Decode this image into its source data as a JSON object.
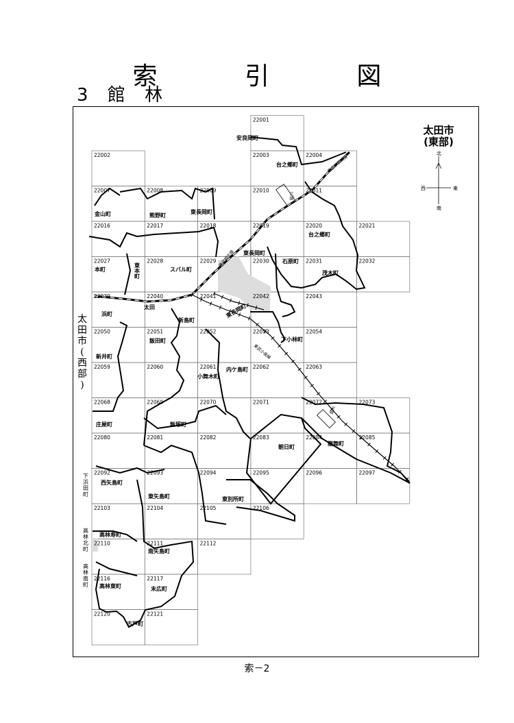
{
  "title": "索 引 図",
  "subtitle": "3 館 林",
  "footer": "索－2",
  "city_east": {
    "line1": "太田市",
    "line2": "(東部)"
  },
  "city_west": "太田市(西部)",
  "compass": {
    "north": "北",
    "south": "南",
    "east": "東",
    "west": "西"
  },
  "tiles": [
    "22001",
    "22002",
    "22003",
    "22004",
    "22007",
    "22008",
    "22009",
    "22010",
    "22011",
    "22016",
    "22017",
    "22018",
    "22019",
    "22020",
    "22021",
    "22027",
    "22028",
    "22029",
    "22030",
    "22031",
    "22032",
    "22039",
    "22040",
    "22041",
    "22042",
    "22043",
    "22050",
    "22051",
    "22052",
    "22053",
    "22054",
    "22059",
    "22060",
    "22061",
    "22062",
    "22063",
    "22068",
    "22069",
    "22070",
    "22071",
    "22072",
    "22073",
    "22080",
    "22081",
    "22082",
    "22083",
    "22084",
    "22085",
    "22092",
    "22093",
    "22094",
    "22095",
    "22096",
    "22097",
    "22103",
    "22104",
    "22105",
    "22106",
    "22110",
    "22111",
    "22112",
    "22116",
    "22117",
    "22120",
    "22121"
  ],
  "towns": [
    "安良岡町",
    "台之郷町",
    "金山町",
    "熊野町",
    "東長岡町",
    "台之郷町",
    "本町",
    "東本町",
    "スバル町",
    "東長岡町",
    "石原町",
    "茂木町",
    "浜町",
    "太田",
    "新島町",
    "東長岡町",
    "飯田町",
    "下小林町",
    "新井町",
    "小舞木町",
    "内ケ島町",
    "庄屋町",
    "飯塚町",
    "朝日町",
    "龍舞町",
    "西矢島町",
    "東矢島町",
    "東別所町",
    "高林寿町",
    "南矢島町",
    "高林東町",
    "末広町",
    "古戸町"
  ],
  "rail_labels": [
    "東武伊勢崎線",
    "東武小泉線",
    "東武桐生線",
    "蛇川",
    "韮川"
  ],
  "margin_labels": [
    "下浜田町",
    "高林北町",
    "高林南町"
  ]
}
